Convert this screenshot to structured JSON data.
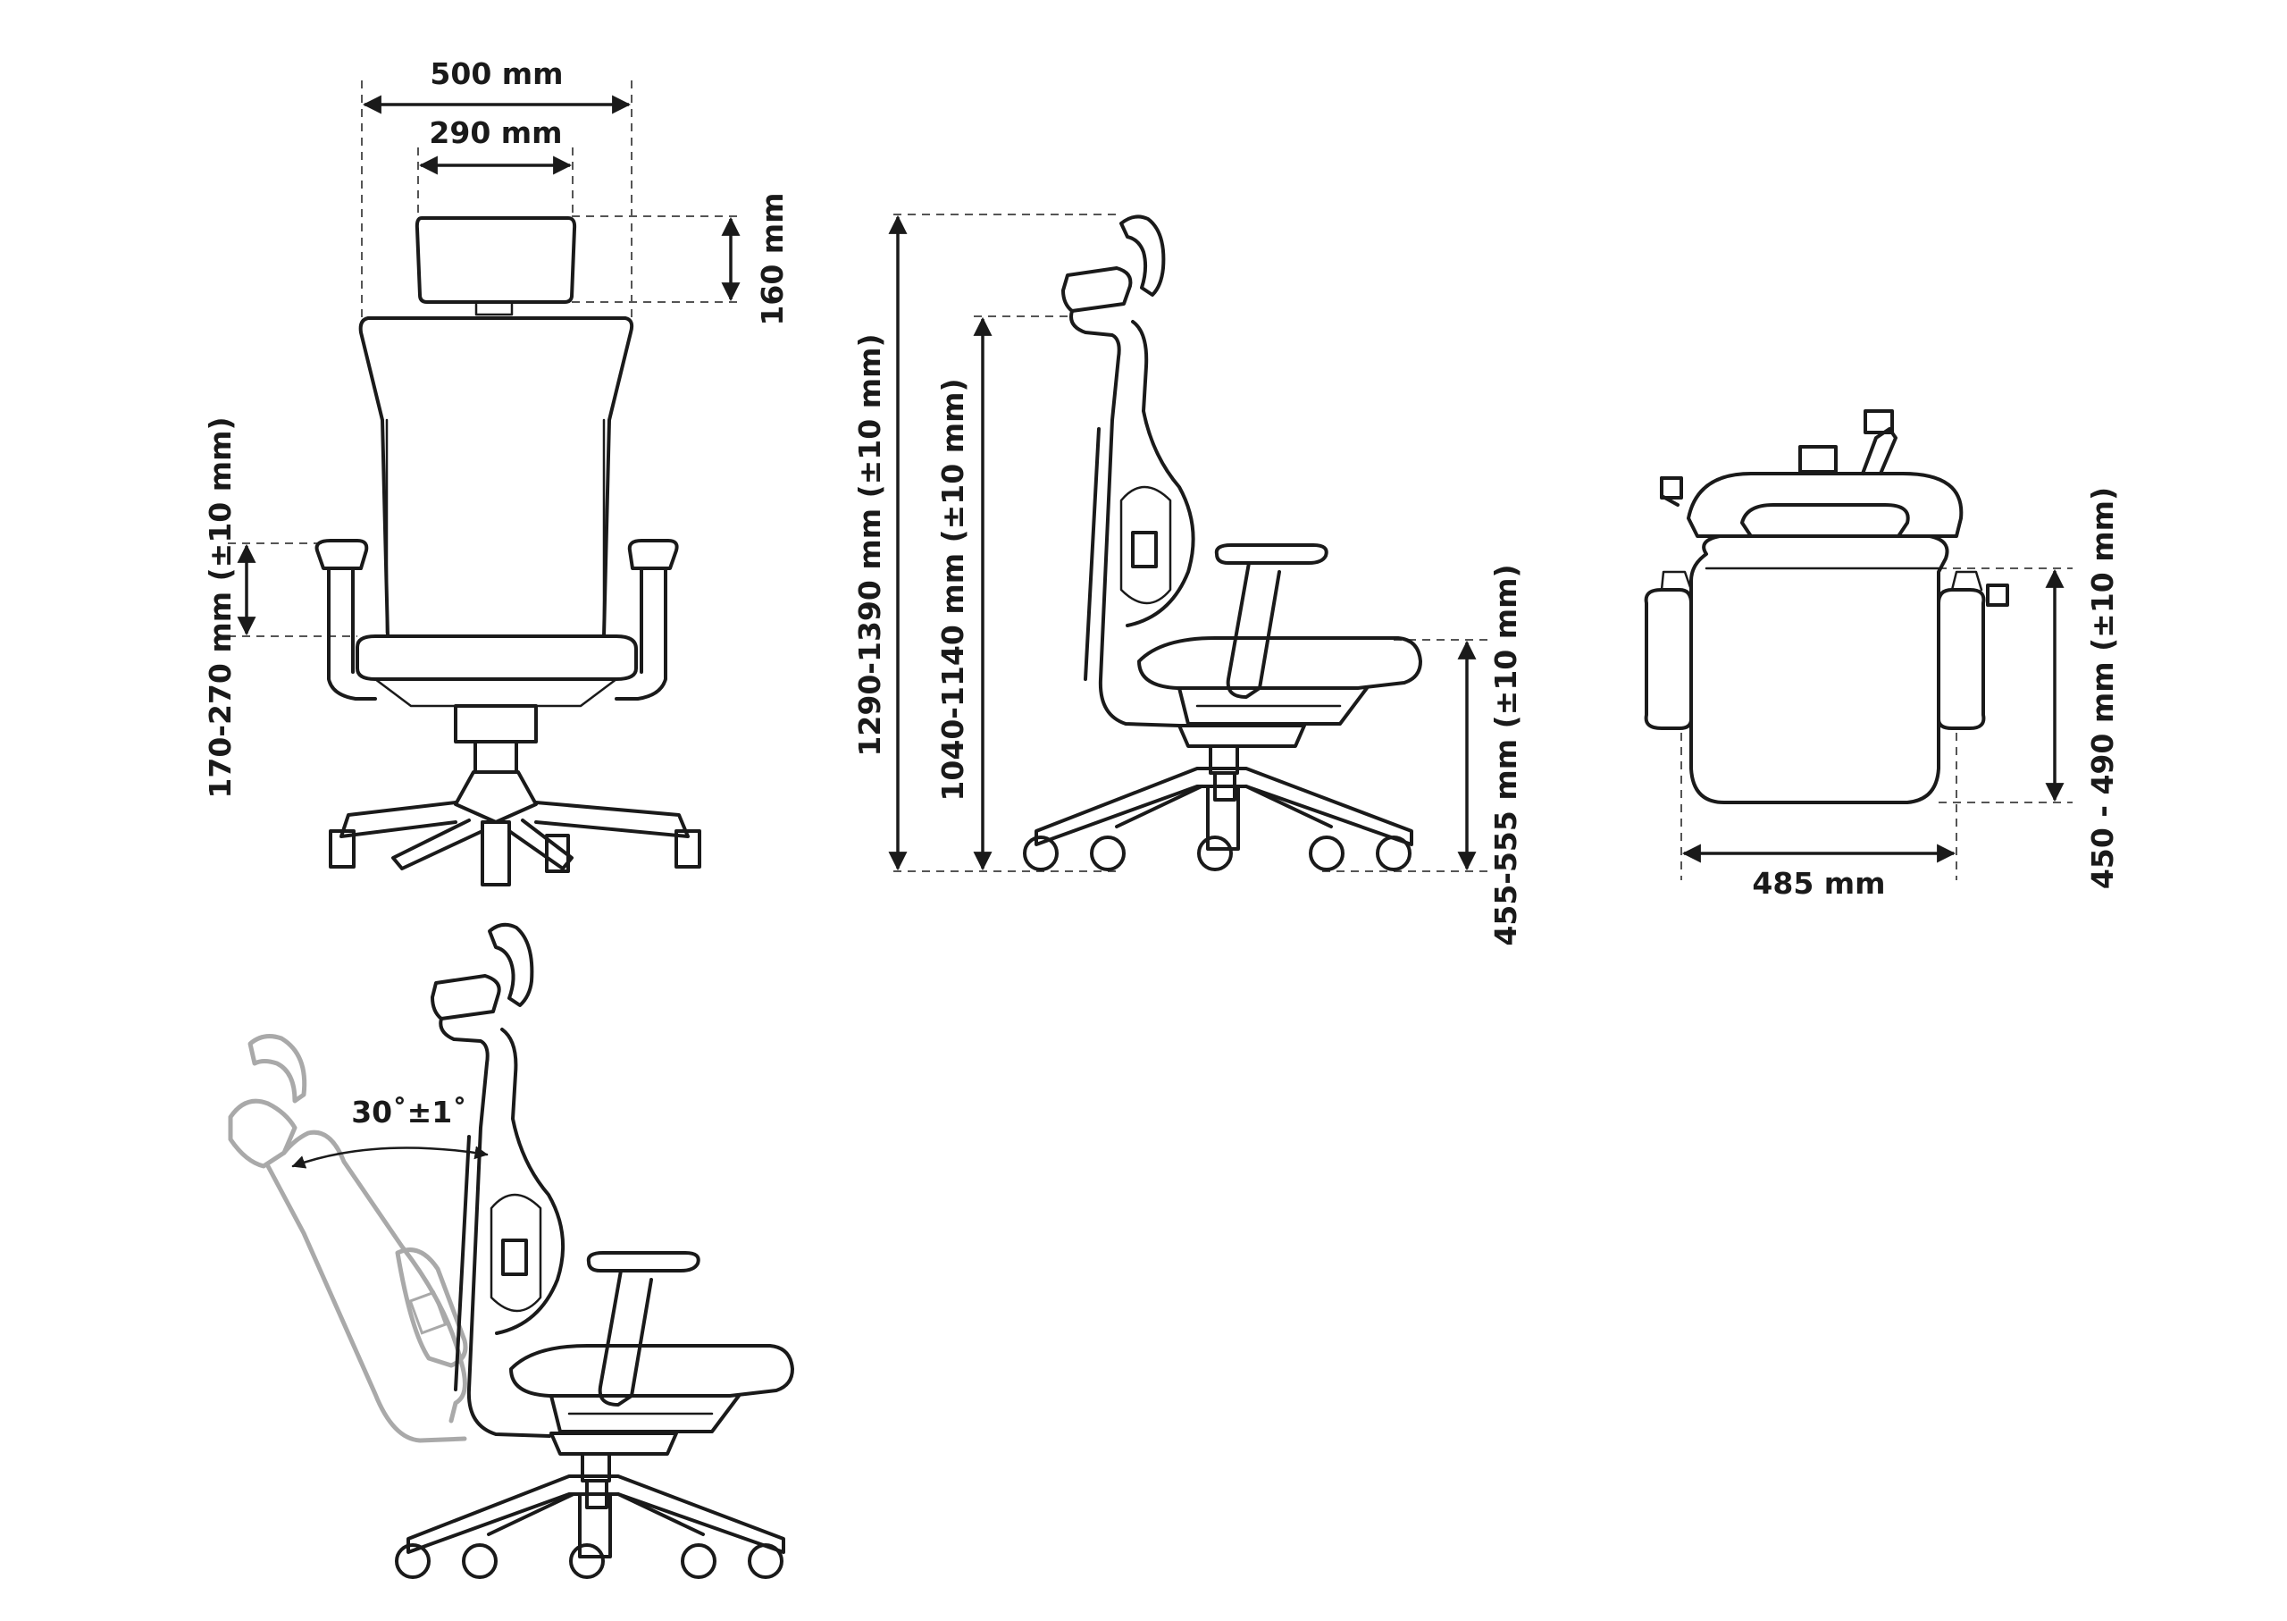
{
  "colors": {
    "line": "#1a1a1a",
    "guide": "#555555",
    "reclined_outline": "#a9a9a9",
    "background": "#ffffff"
  },
  "front_view": {
    "overall_width": "500 mm",
    "backrest_width": "290 mm",
    "headrest_height": "160 mm",
    "armrest_height": "170-270 mm (±10 mm)"
  },
  "side_view": {
    "total_height": "1290-1390 mm (±10 mm)",
    "backrest_top_height": "1040-1140 mm (±10 mm)",
    "seat_height": "455-555 mm (±10 mm)"
  },
  "top_view": {
    "seat_width": "485 mm",
    "seat_depth": "450 - 490 mm (±10 mm)"
  },
  "recline_view": {
    "recline_angle": "30˚±1˚"
  }
}
